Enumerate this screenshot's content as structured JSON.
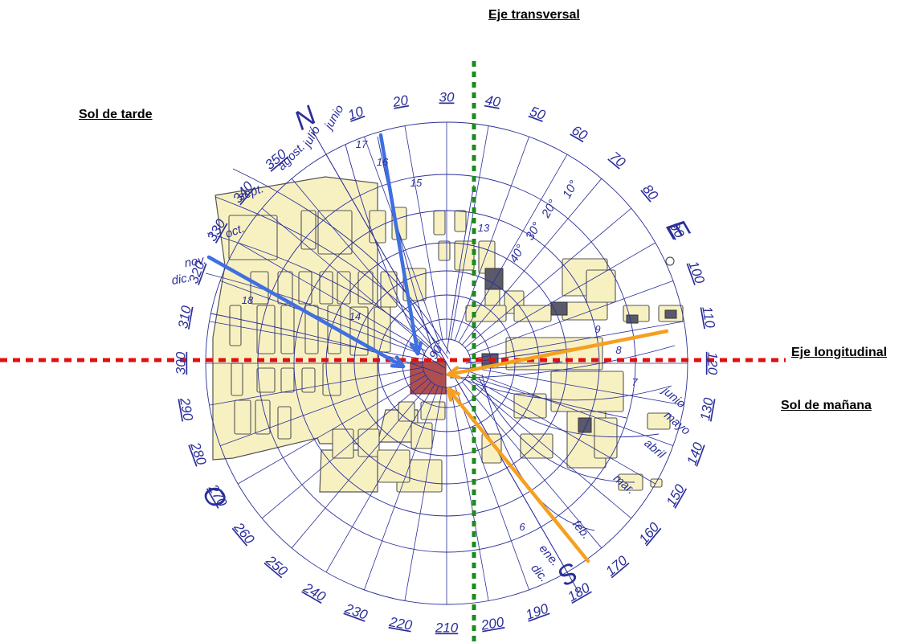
{
  "labels": {
    "eje_transversal": "Eje transversal",
    "eje_longitudinal": "Eje longitudinal",
    "sol_tarde": "Sol de tarde",
    "sol_manana": "Sol de mañana"
  },
  "cardinals": [
    "N",
    "E",
    "S",
    "O"
  ],
  "azimuths": [
    "10",
    "20",
    "30",
    "40",
    "50",
    "60",
    "70",
    "80",
    "90",
    "100",
    "110",
    "120",
    "130",
    "140",
    "150",
    "160",
    "170",
    "180",
    "190",
    "200",
    "210",
    "220",
    "230",
    "240",
    "250",
    "260",
    "270",
    "280",
    "290",
    "300",
    "310",
    "320",
    "330",
    "340",
    "350"
  ],
  "altitudes": [
    "10°",
    "20°",
    "30°",
    "40°",
    "90°"
  ],
  "months_west": [
    "junio",
    "julio",
    "agost.",
    "sept.",
    "oct.",
    "nov.",
    "dic."
  ],
  "months_east": [
    "junio",
    "mayo",
    "abril",
    "mar.",
    "feb.",
    "ene.",
    "dic."
  ],
  "hours": [
    "17",
    "16",
    "15",
    "13",
    "7",
    "8",
    "9",
    "18",
    "14",
    "6"
  ],
  "colors": {
    "navy": "#2b2f9a",
    "transverse_axis": "#1e8a1e",
    "longitudinal_axis": "#e01010",
    "afternoon_sun": "#3f6fe0",
    "morning_sun": "#f5a020",
    "building_fill": "#f7f1c2",
    "building_stroke": "#555555",
    "target": "#a03030"
  }
}
